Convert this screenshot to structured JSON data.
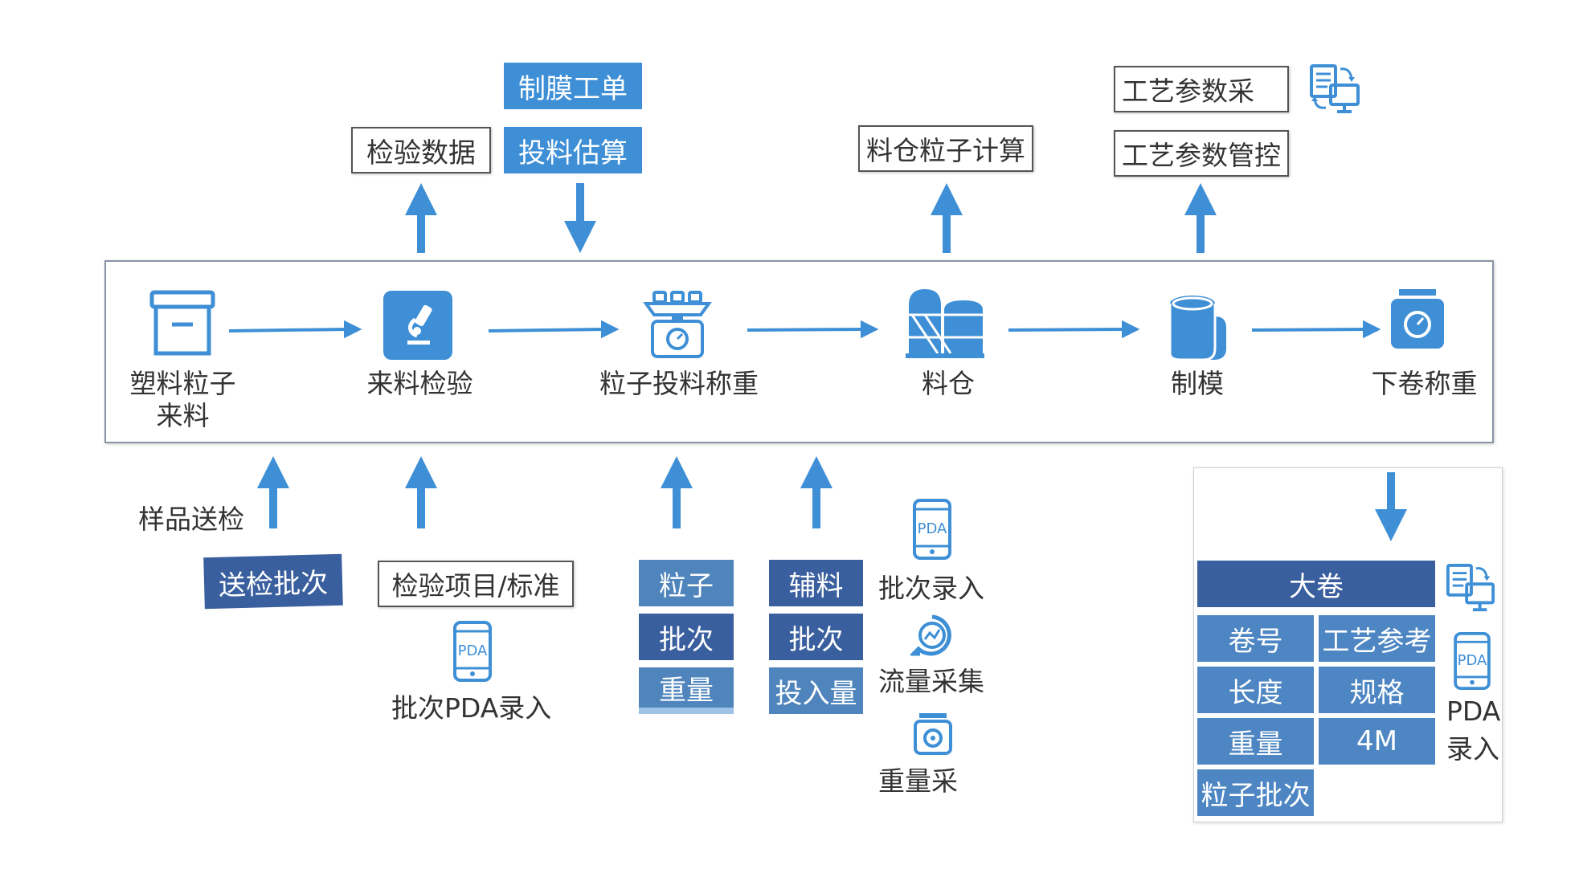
{
  "colors": {
    "accent": "#3e8fd6",
    "dark_blue": "#3a5f9e",
    "steel_blue": "#4f84bc",
    "frame": "#8a93a6"
  },
  "top": {
    "film_order": "制膜工单",
    "inspect_data": "检验数据",
    "feed_estimate": "投料估算",
    "silo_calc": "料仓粒子计算",
    "process_collect": "工艺参数采",
    "process_control": "工艺参数管控"
  },
  "steps": [
    {
      "label_1": "塑料粒子",
      "label_2": "来料",
      "icon": "box-icon"
    },
    {
      "label_1": "来料检验",
      "icon": "microscope-icon"
    },
    {
      "label_1": "粒子投料称重",
      "icon": "scale-icon"
    },
    {
      "label_1": "料仓",
      "icon": "silo-icon"
    },
    {
      "label_1": "制模",
      "icon": "roll-icon"
    },
    {
      "label_1": "下卷称重",
      "icon": "weight-scale-icon"
    }
  ],
  "bottom": {
    "sample_send": "样品送检",
    "send_batch": "送检批次",
    "inspect_items": "检验项目/标准",
    "pda_batch": "批次PDA录入",
    "pellet_col": [
      "粒子",
      "批次",
      "重量"
    ],
    "aux_col": [
      "辅料",
      "批次",
      "投入量"
    ],
    "batch_entry": "批次录入",
    "flow_collect": "流量采集",
    "weight_collect": "重量采",
    "pda_text": "PDA"
  },
  "big_roll": {
    "title": "大卷",
    "cells": [
      "卷号",
      "工艺参考",
      "长度",
      "规格",
      "重量",
      "4M",
      "粒子批次"
    ],
    "pda_1": "PDA",
    "pda_2": "录入"
  }
}
